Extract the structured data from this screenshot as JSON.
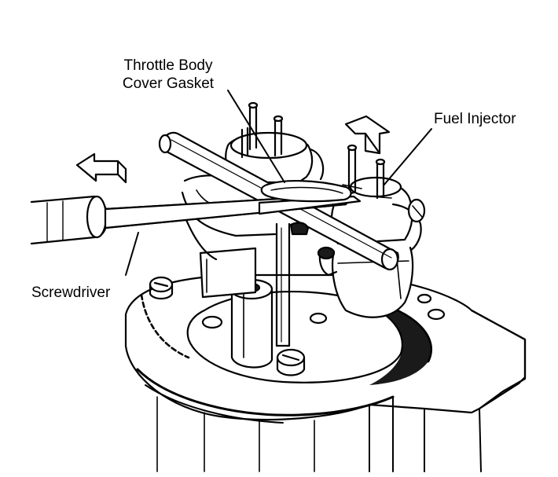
{
  "labels": {
    "throttle_body_cover_gasket": {
      "line1": "Throttle Body",
      "line2": "Cover Gasket"
    },
    "fuel_injector": "Fuel Injector",
    "screwdriver": "Screwdriver"
  },
  "colors": {
    "ink": "#000000",
    "paper": "#ffffff",
    "shade": "#1a1a1a"
  }
}
